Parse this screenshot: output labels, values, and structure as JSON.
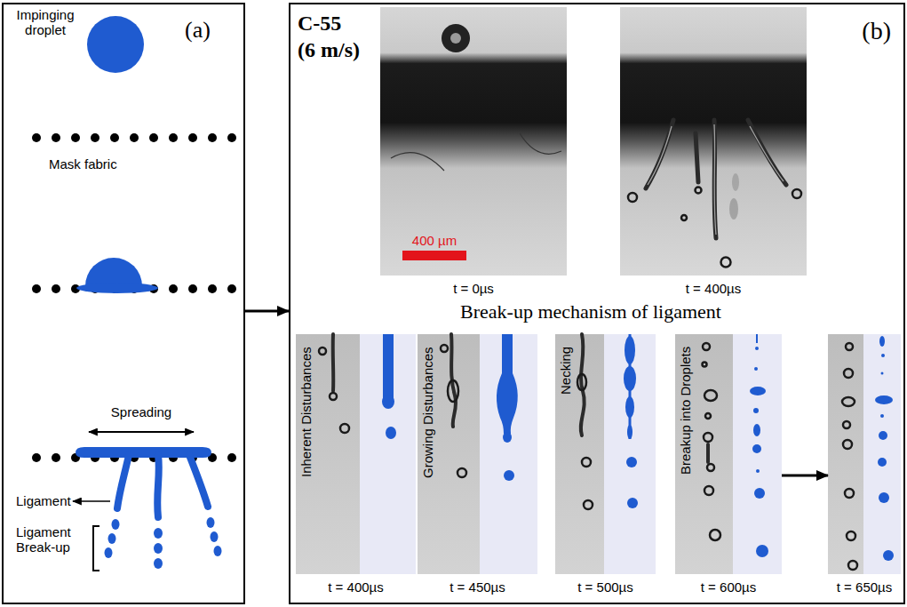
{
  "diagram": {
    "nodes": [
      {
        "text": [
          "(a)"
        ]
      },
      {
        "text": [
          "C-55",
          "(6 m/s)",
          "(b)"
        ]
      },
      {
        "text": [
          "t = 0µs"
        ],
        "in": 1
      },
      {
        "text": [
          "t = 400µs"
        ],
        "in": 1
      },
      {
        "text": [
          "Inherent Disturbances",
          "t = 400µs"
        ],
        "in": 1
      },
      {
        "text": [
          "Growing Disturbances",
          "t = 450µs"
        ],
        "in": 1
      },
      {
        "text": [
          "Necking",
          "t = 500µs"
        ],
        "in": 1
      },
      {
        "text": [
          "Breakup into Droplets",
          "t = 600µs"
        ],
        "in": 1
      },
      {
        "text": [
          "t = 650µs"
        ],
        "in": 1
      }
    ],
    "edges": [
      {
        "from": 0,
        "to": 1,
        "arrow": "to"
      },
      {
        "from": 7,
        "to": 8,
        "arrow": "to"
      }
    ],
    "labels": [
      "Impinging droplet",
      "Mask fabric",
      "Spreading",
      "Ligament",
      "Ligament Break-up",
      "400 µm",
      "Break-up mechanism of ligament"
    ]
  }
}
